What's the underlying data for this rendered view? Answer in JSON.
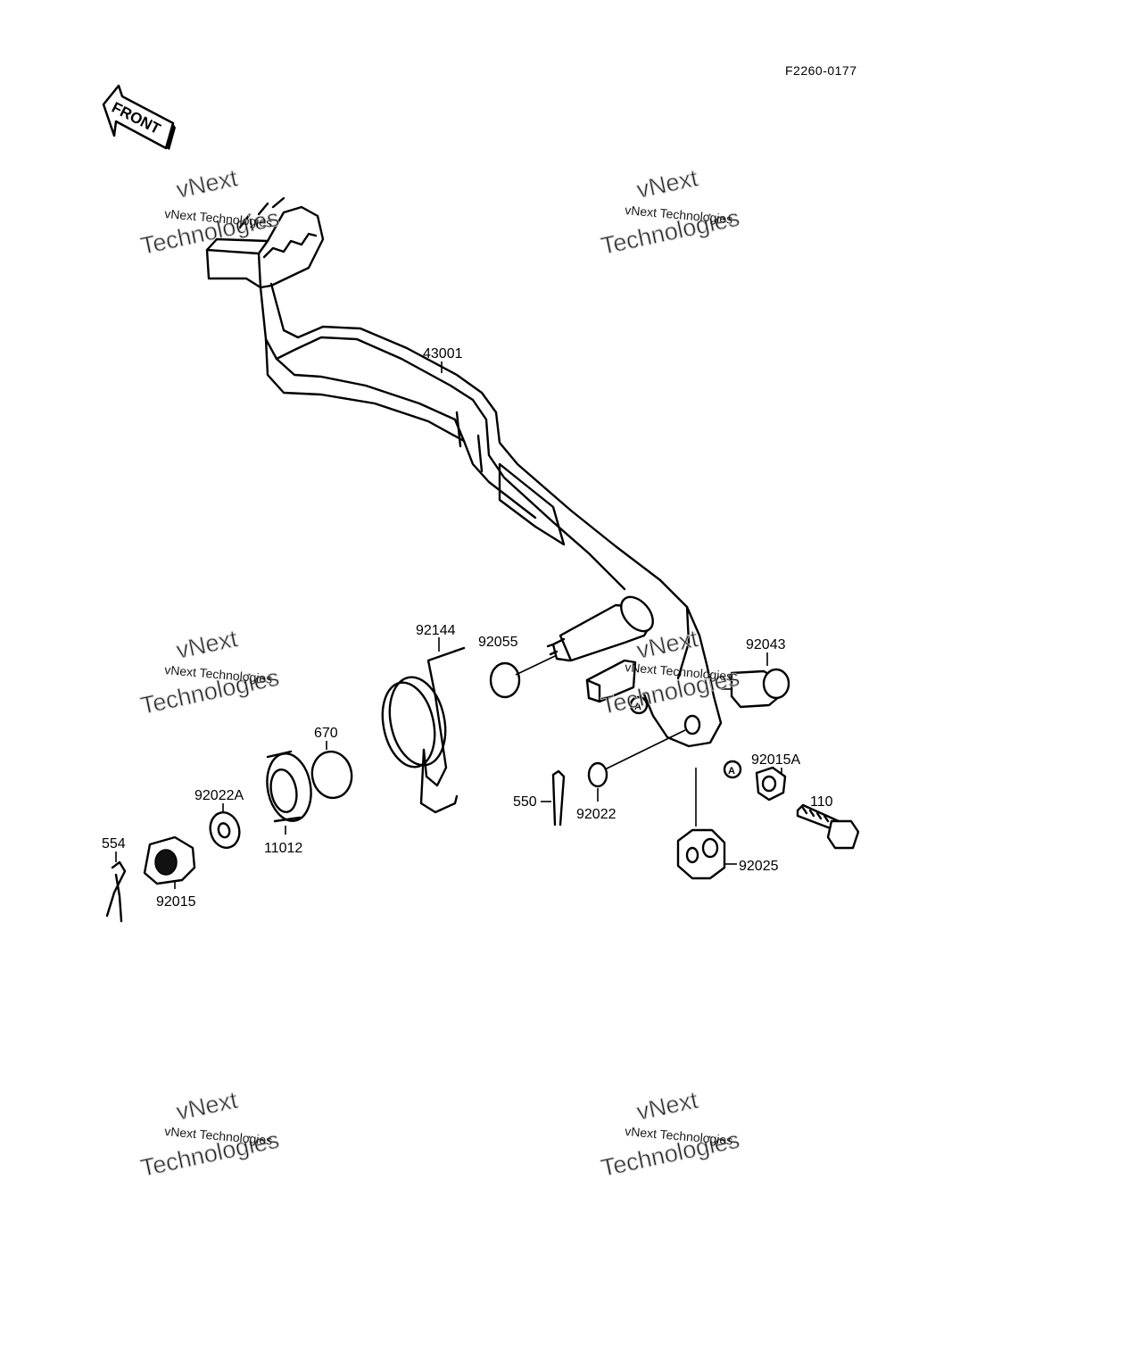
{
  "diagram_code": "F2260-0177",
  "front_label": "FRONT",
  "ref_mark": "A",
  "parts": {
    "p43001": "43001",
    "p92144": "92144",
    "p92055": "92055",
    "p92043": "92043",
    "p670": "670",
    "p92022A": "92022A",
    "p11012": "11012",
    "p554": "554",
    "p92015": "92015",
    "p550": "550",
    "p92022": "92022",
    "p92015A": "92015A",
    "p110": "110",
    "p92025": "92025"
  },
  "watermark": {
    "line1": "vNext Technologies",
    "line2": "vNext",
    "line3": "Technologies"
  }
}
